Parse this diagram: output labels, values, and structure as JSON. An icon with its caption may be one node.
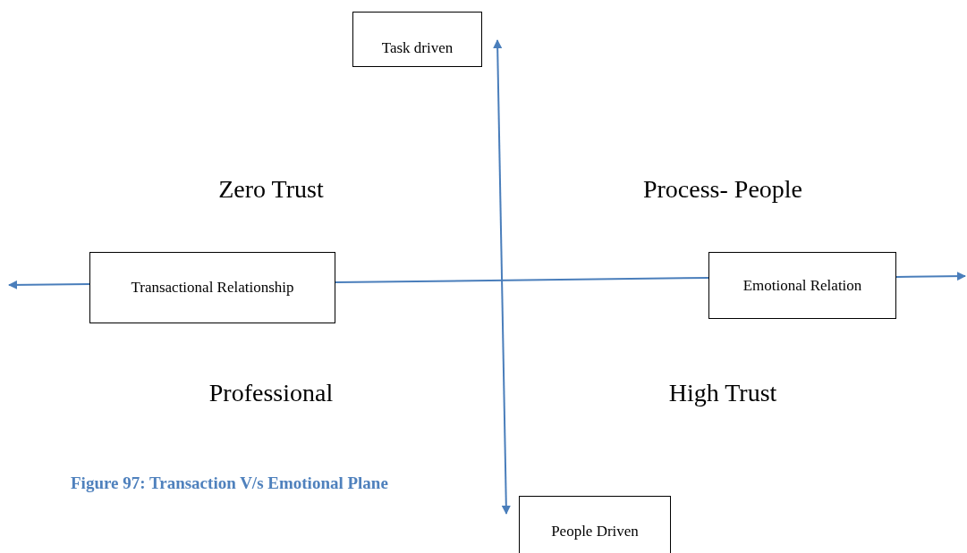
{
  "diagram": {
    "caption": "Figure 97: Transaction V/s Emotional Plane",
    "nodes": [
      {
        "text": [
          "Task driven"
        ]
      },
      {
        "text": [
          "Transactional Relationship"
        ]
      },
      {
        "text": [
          "Emotional Relation"
        ]
      },
      {
        "text": [
          "People Driven"
        ]
      }
    ],
    "edges": [
      {
        "from": 3,
        "to": 0,
        "arrow": "both"
      },
      {
        "from": 1,
        "to": null,
        "arrow": "to"
      },
      {
        "from": 1,
        "to": 2,
        "arrow": "none"
      },
      {
        "from": 2,
        "to": null,
        "arrow": "to"
      }
    ],
    "labels": [
      "Zero Trust",
      "Process- People",
      "Professional",
      "High Trust"
    ]
  }
}
